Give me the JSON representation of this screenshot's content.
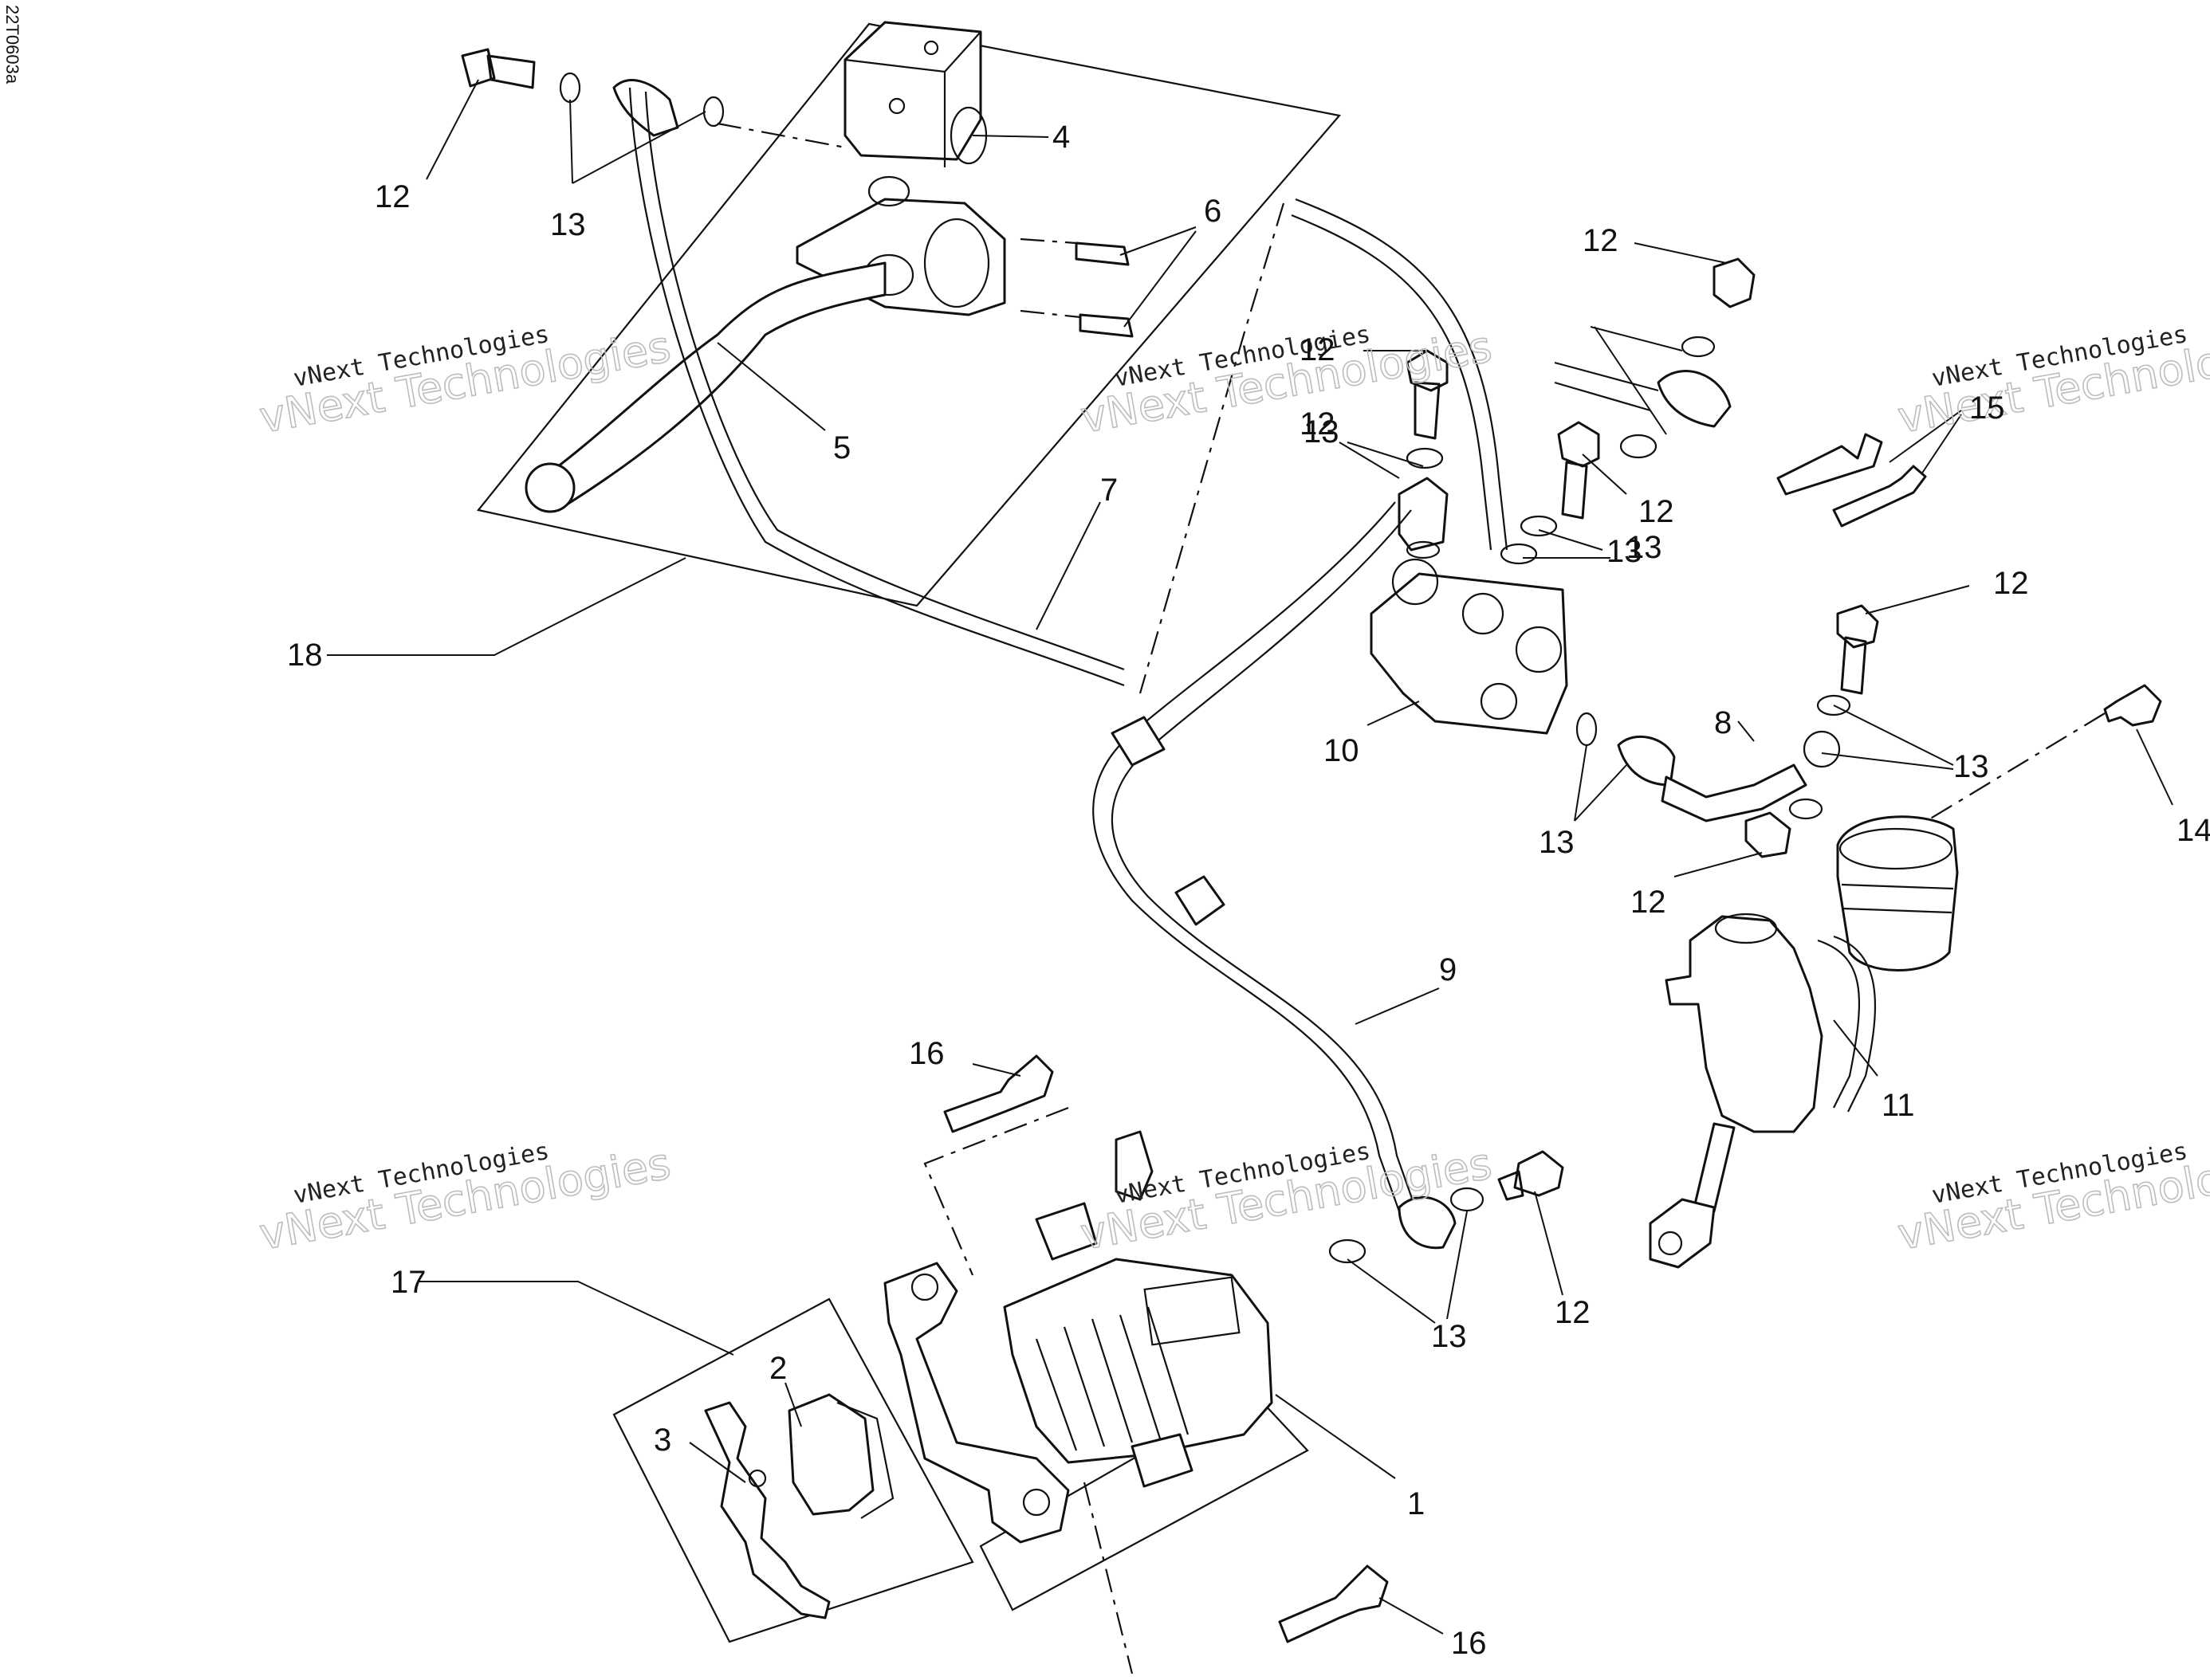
{
  "drawing_code": "22T0603a",
  "watermarks": [
    {
      "line1": "vNext Technologies",
      "line2": "vNext Technologies"
    },
    {
      "line1": "vNext Technologies",
      "line2": "vNext Technologies"
    },
    {
      "line1": "vNext Technologies",
      "line2": "vNext Technologies"
    },
    {
      "line1": "vNext Technologies",
      "line2": "vNext Technologies"
    },
    {
      "line1": "vNext Technologies",
      "line2": "vNext Technologies"
    },
    {
      "line1": "vNext Technologies",
      "line2": "vNext Technologies"
    }
  ],
  "callouts": [
    "1",
    "2",
    "3",
    "4",
    "5",
    "6",
    "7",
    "8",
    "9",
    "10",
    "11",
    "12",
    "12",
    "12",
    "12",
    "12",
    "12",
    "12",
    "12",
    "13",
    "13",
    "13",
    "13",
    "13",
    "13",
    "13",
    "14",
    "15",
    "16",
    "16",
    "17",
    "18"
  ]
}
